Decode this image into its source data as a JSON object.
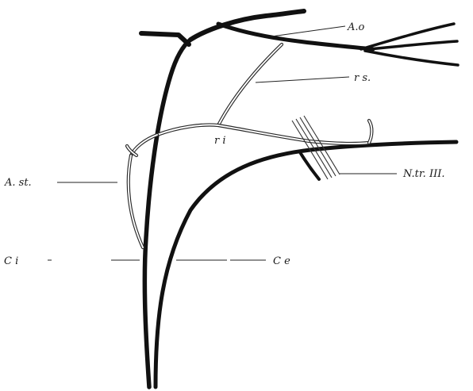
{
  "labels": {
    "a_o": "A.o",
    "r_s": "r s.",
    "r_i": "r i",
    "a_st": "A. st.",
    "n_tr": "N.tr. III.",
    "c_i": "C i",
    "c_e": "C e"
  }
}
